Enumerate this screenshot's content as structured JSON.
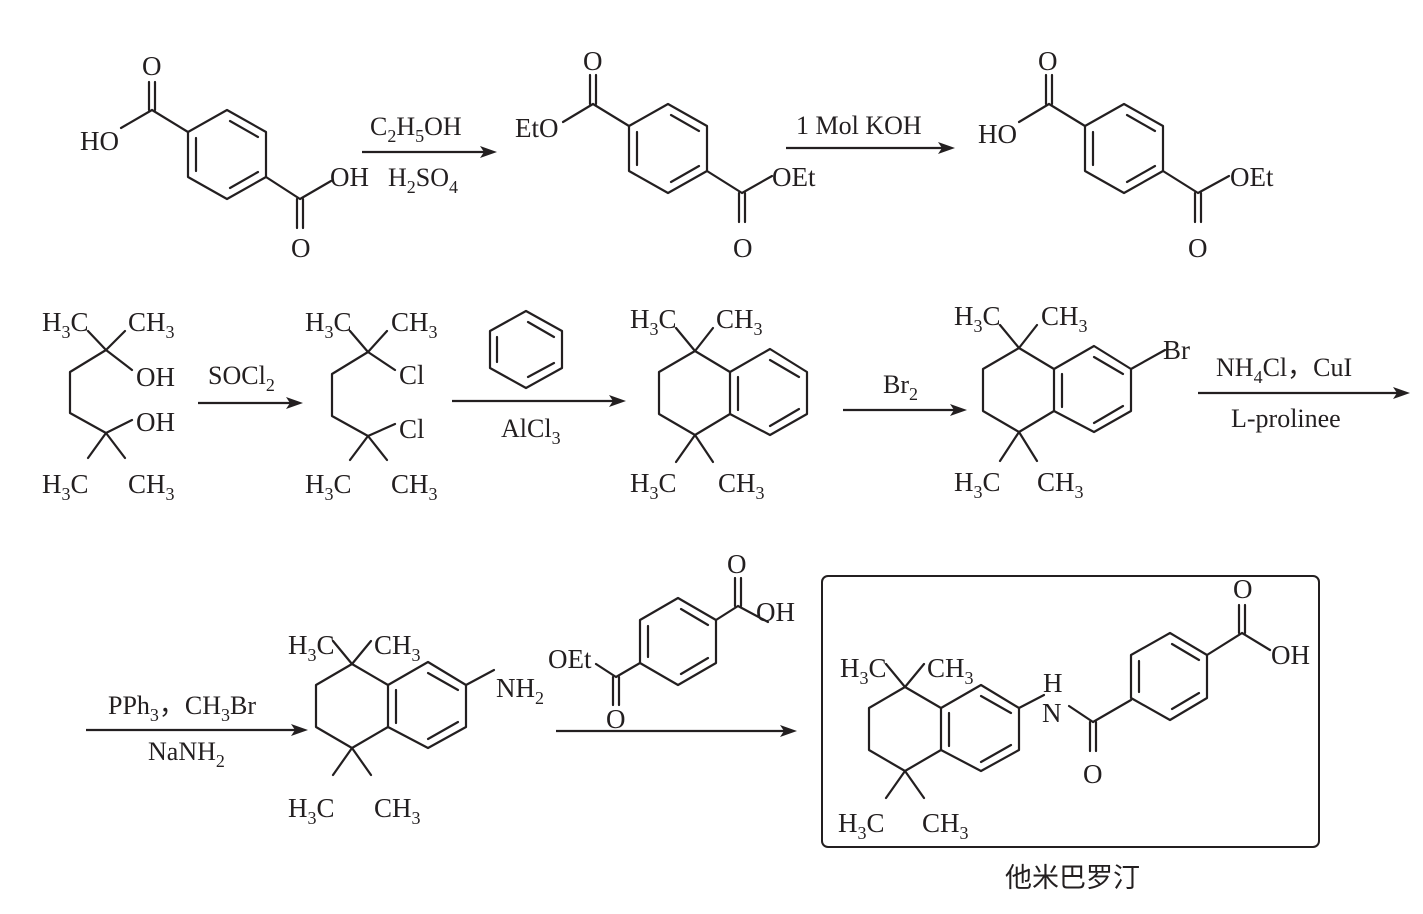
{
  "reagents": {
    "r1_top": "C2H5OH",
    "r1_bottom": "H2SO4",
    "r2_top": "1 Mol KOH",
    "r3_top": "SOCl2",
    "r4_bottom": "AlCl3",
    "r5_top": "Br2",
    "r6_top": "NH4Cl，CuI",
    "r6_bottom": "L-prolinee",
    "r7_top": "PPh3，CH3Br",
    "r7_bottom": "NaNH2"
  },
  "atoms": {
    "O": "O",
    "HO": "HO",
    "OH": "OH",
    "EtO": "EtO",
    "OEt": "OEt",
    "Cl": "Cl",
    "Br": "Br",
    "NH2": "NH2",
    "N": "N",
    "H": "H",
    "H3C": "H3C",
    "CH3": "CH3"
  },
  "product_name": "他米巴罗汀"
}
